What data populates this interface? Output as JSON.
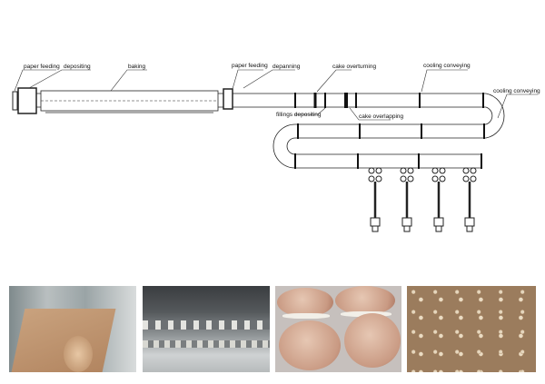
{
  "diagram": {
    "labels": {
      "paper_feeding_1": "paper feeding",
      "depositing": "depositing",
      "baking": "baking",
      "paper_feeding_2": "paper feeding",
      "depanning": "depanning",
      "cake_overturning": "cake overturning",
      "fillings_depositing": "fillings depositing",
      "cake_overlapping": "cake overlapping",
      "cooling_conveying_1": "cooling conveying",
      "cooling_conveying_2": "cooling conveying"
    }
  },
  "photos": [
    {
      "name": "paper-feeding-photo"
    },
    {
      "name": "depositing-machine-photo"
    },
    {
      "name": "sandwich-cakes-photo"
    },
    {
      "name": "cakes-pile-photo"
    }
  ]
}
